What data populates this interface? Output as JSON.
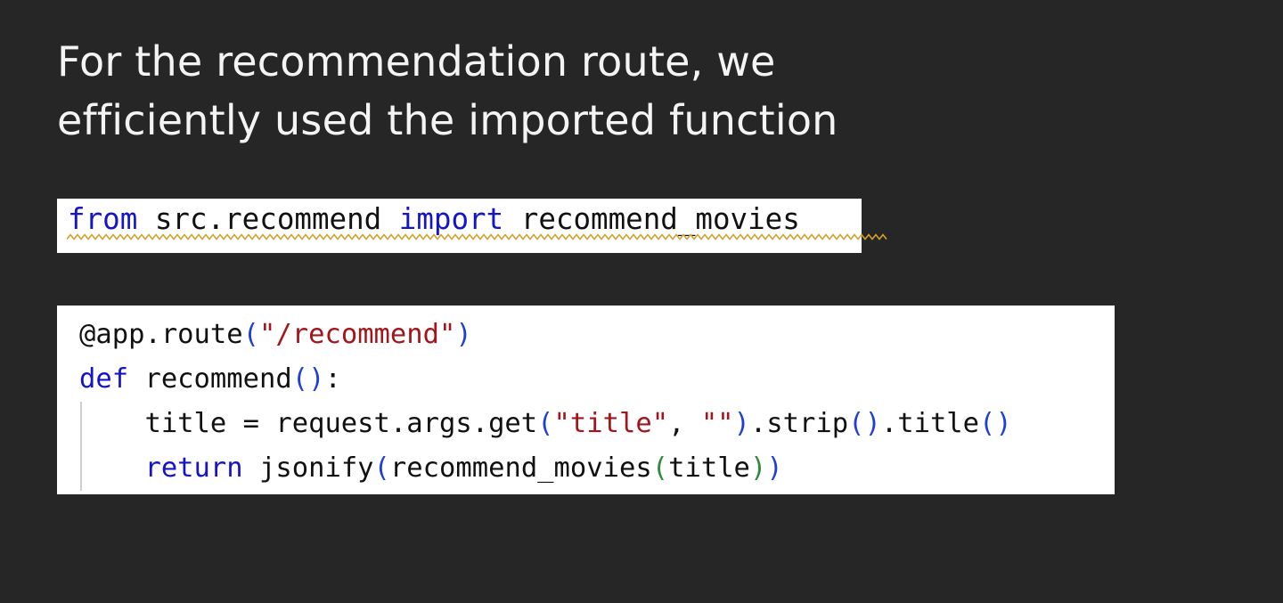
{
  "heading": {
    "line1": "For the recommendation route, we",
    "line2": "efficiently used the imported function"
  },
  "import_snippet": {
    "kw_from": "from",
    "module": " src.recommend ",
    "kw_import": "import",
    "name": " recommend_movies"
  },
  "route_snippet": {
    "line1": {
      "decorator": "@app.route",
      "open": "(",
      "string": "\"/recommend\"",
      "close": ")"
    },
    "line2": {
      "kw_def": "def",
      "name": " recommend",
      "open": "(",
      "close": ")",
      "colon": ":"
    },
    "line3": {
      "indent": "    ",
      "code": "title = request.args.get",
      "open": "(",
      "str1": "\"title\"",
      "sep": ", ",
      "str2": "\"\"",
      "close": ")",
      "strip": ".strip",
      "open2": "(",
      "close2": ")",
      "title_m": ".title",
      "open3": "(",
      "close3": ")"
    },
    "line4": {
      "indent": "    ",
      "kw_return": "return",
      "jsonify": " jsonify",
      "open": "(",
      "inner": "recommend_movies",
      "open2": "(",
      "arg": "title",
      "close2": ")",
      "close": ")"
    }
  },
  "colors": {
    "background": "#262626",
    "heading_text": "#f4f4f4",
    "keyword": "#1414c8",
    "string": "#a3151a",
    "bracket_level1": "#1f3fd6",
    "bracket_level2": "#2e8b3d",
    "warning_squiggle": "#d4a02c"
  }
}
